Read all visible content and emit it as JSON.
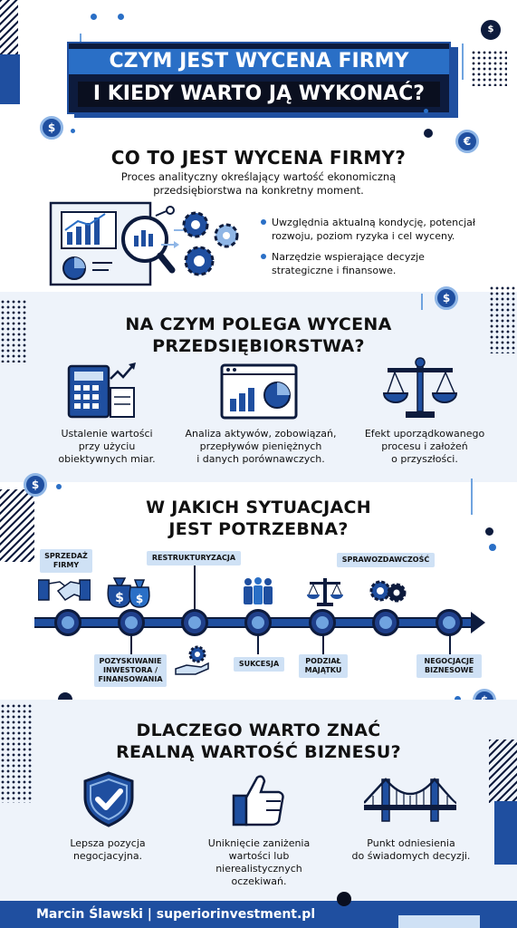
{
  "header": {
    "line1": "CZYM JEST WYCENA FIRMY",
    "line2": "I KIEDY WARTO JĄ WYKONAĆ?"
  },
  "section1": {
    "title": "CO TO JEST WYCENA FIRMY?",
    "desc1": "Proces analityczny określający wartość ekonomiczną",
    "desc2": "przedsiębiorstwa na konkretny moment.",
    "bullets": [
      {
        "l1": "Uwzględnia aktualną kondycję, potencjał",
        "l2": "rozwoju, poziom ryzyka i cel wyceny."
      },
      {
        "l1": "Narzędzie wspierające decyzje",
        "l2": "strategiczne i finansowe."
      }
    ]
  },
  "section2": {
    "title1": "NA CZYM POLEGA WYCENA",
    "title2": "PRZEDSIĘBIORSTWA?",
    "items": [
      {
        "l1": "Ustalenie wartości",
        "l2": "przy użyciu",
        "l3": "obiektywnych miar."
      },
      {
        "l1": "Analiza aktywów, zobowiązań,",
        "l2": "przepływów pieniężnych",
        "l3": "i danych porównawczych."
      },
      {
        "l1": "Efekt uporządkowanego",
        "l2": "procesu i założeń",
        "l3": "o przyszłości."
      }
    ]
  },
  "section3": {
    "title1": "W JAKICH SYTUACJACH",
    "title2": "JEST POTRZEBNA?",
    "top_tags": [
      {
        "l1": "SPRZEDAŻ",
        "l2": "FIRMY"
      },
      {
        "l1": "RESTRUKTURYZACJA",
        "l2": ""
      },
      {
        "l1": "SPRAWOZDAWCZOŚĆ",
        "l2": ""
      }
    ],
    "bottom_tags": [
      {
        "l1": "POZYSKIWANIE",
        "l2": "INWESTORA /",
        "l3": "FINANSOWANIA"
      },
      {
        "l1": "SUKCESJA",
        "l2": "",
        "l3": ""
      },
      {
        "l1": "PODZIAŁ",
        "l2": "MAJĄTKU",
        "l3": ""
      },
      {
        "l1": "NEGOCJACJE",
        "l2": "BIZNESOWE",
        "l3": ""
      }
    ]
  },
  "section4": {
    "title1": "DLACZEGO WARTO ZNAĆ",
    "title2": "REALNĄ WARTOŚĆ BIZNESU?",
    "items": [
      {
        "l1": "Lepsza pozycja",
        "l2": "negocjacyjna.",
        "l3": "",
        "l4": ""
      },
      {
        "l1": "Uniknięcie zaniżenia",
        "l2": "wartości lub",
        "l3": "nierealistycznych",
        "l4": "oczekiwań."
      },
      {
        "l1": "Punkt odniesienia",
        "l2": "do świadomych decyzji.",
        "l3": "",
        "l4": ""
      }
    ]
  },
  "footer": {
    "text": "Marcin Ślawski | superiorinvestment.pl"
  },
  "icons": {
    "dollar": "$",
    "euro": "€"
  },
  "colors": {
    "navy": "#0d1b3d",
    "blue": "#1f4fa0",
    "light_blue": "#cfe1f5",
    "accent": "#2a6fc6",
    "section_bg": "#eef3fa"
  }
}
